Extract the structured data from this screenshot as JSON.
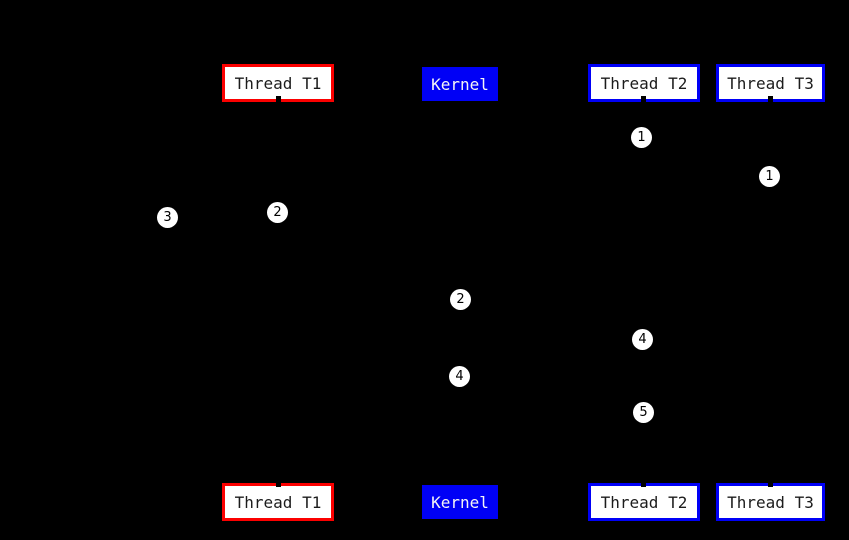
{
  "figure": {
    "type": "sequence-diagram",
    "background": "#000000"
  },
  "colors": {
    "thread_t1_border": "#fb0000",
    "thread_t2_t3_border": "#0000f6",
    "kernel_fill": "#0000f6",
    "box_fill": "#ffffff",
    "box_text": "#1c1c1c",
    "kernel_text": "#f5f5f5",
    "marker_fill": "#ffffff",
    "marker_text": "#000000"
  },
  "boxes": {
    "top": {
      "thread_t1": "Thread T1",
      "kernel": "Kernel",
      "thread_t2": "Thread T2",
      "thread_t3": "Thread T3"
    },
    "bottom": {
      "thread_t1": "Thread T1",
      "kernel": "Kernel",
      "thread_t2": "Thread T2",
      "thread_t3": "Thread T3"
    }
  },
  "markers": [
    {
      "label": "1"
    },
    {
      "label": "1"
    },
    {
      "label": "3"
    },
    {
      "label": "2"
    },
    {
      "label": "2"
    },
    {
      "label": "4"
    },
    {
      "label": "4"
    },
    {
      "label": "5"
    }
  ]
}
